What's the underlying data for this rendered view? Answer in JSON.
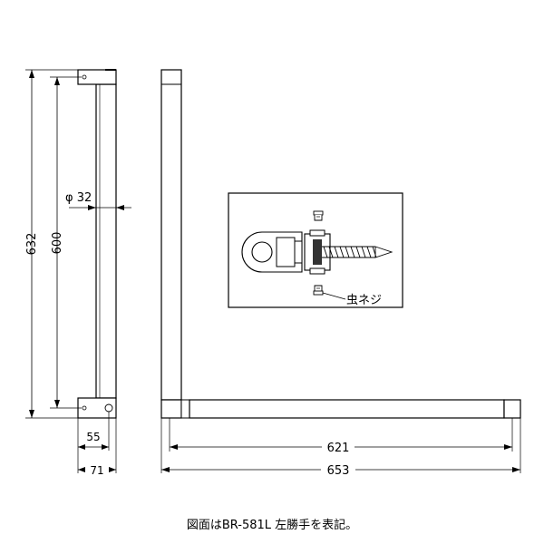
{
  "dimensions": {
    "overall_height": "632",
    "center_height": "600",
    "diameter": "φ 32",
    "base_depth": "55",
    "base_width": "71",
    "arm_length": "621",
    "overall_length": "653"
  },
  "detail": {
    "callout": "虫ネジ"
  },
  "caption": "図面はBR-581L 左勝手を表記。"
}
